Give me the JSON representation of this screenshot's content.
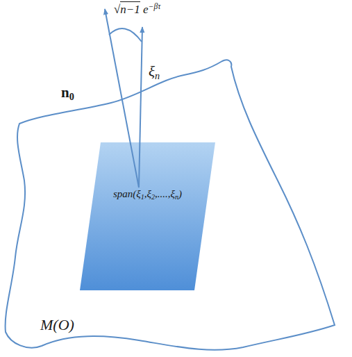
{
  "diagram": {
    "nodes": [
      {
        "text": [
          "M(O)"
        ]
      },
      {
        "text": [
          "span(ξ1,ξ2,....,ξn)"
        ],
        "in": 0
      }
    ],
    "labels": [
      "√n−1 e−βτ",
      "n0",
      "ξn"
    ]
  }
}
